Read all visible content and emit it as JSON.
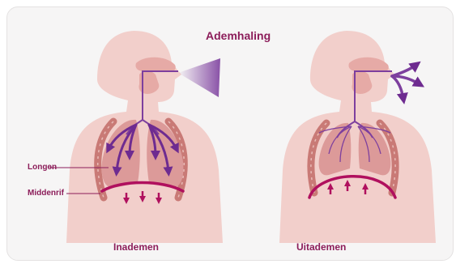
{
  "title": "Ademhaling",
  "labels": {
    "lungs": "Longen",
    "diaphragm": "Middenrif"
  },
  "panels": {
    "inhale": {
      "caption": "Inademen"
    },
    "exhale": {
      "caption": "Uitademen"
    }
  },
  "colors": {
    "card_background": "#f6f5f5",
    "body": "#f2cfcb",
    "body_dark": "#e6aaa6",
    "lungs": "#dc9a99",
    "ribs": "#c97a76",
    "airway": "#7d3f9e",
    "arrows": "#6e2b90",
    "diaphragm": "#b0105e",
    "text": "#8c1d5a"
  },
  "icons": [
    "inhale-air-wedge",
    "exhale-air-arrows",
    "diaphragm-up-arrows",
    "diaphragm-down-arrows"
  ]
}
